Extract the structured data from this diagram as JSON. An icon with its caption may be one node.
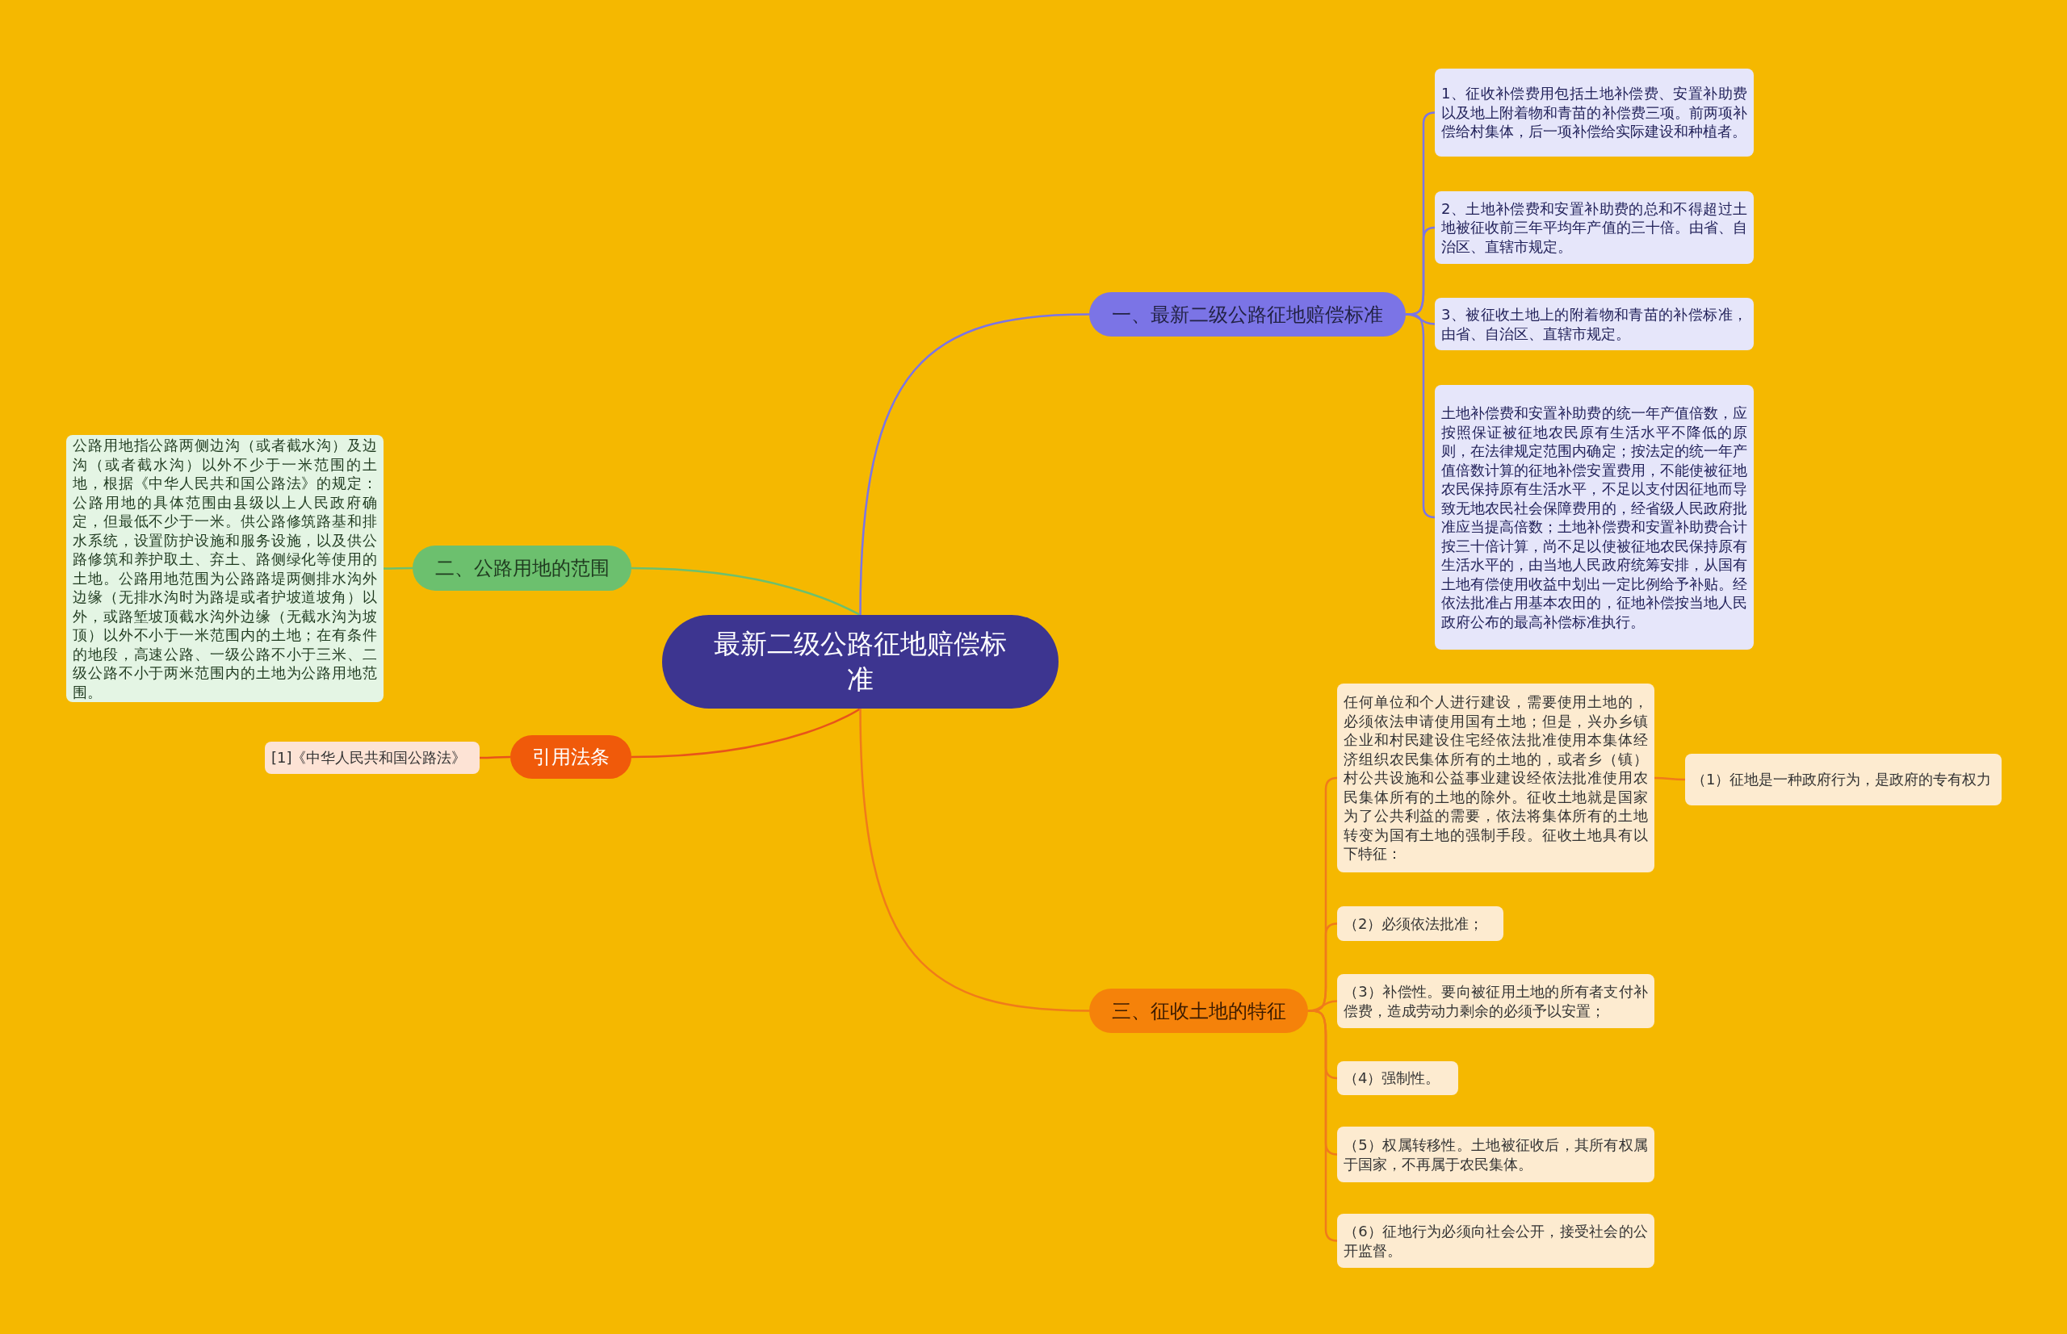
{
  "diagram": {
    "nodes": [
      {
        "text": [
          "最新二级公路征地赔偿标准"
        ]
      },
      {
        "text": [
          "一、最新二级公路征地赔偿标准"
        ]
      },
      {
        "text": [
          "1、征收补偿费用包括土地补偿费、安置补助费以及地上附着物和青苗的补偿费三项。前两项补偿给村集体，后一项补偿给实际建设和种植者。"
        ]
      },
      {
        "text": [
          "2、土地补偿费和安置补助费的总和不得超过土地被征收前三年平均年产值的三十倍。由省、自治区、直辖市规定。"
        ]
      },
      {
        "text": [
          "3、被征收土地上的附着物和青苗的补偿标准，由省、自治区、直辖市规定。"
        ]
      },
      {
        "text": [
          "土地补偿费和安置补助费的统一年产值倍数，应按照保证被征地农民原有生活水平不降低的原则，在法律规定范围内确定；按法定的统一年产值倍数计算的征地补偿安置费用，不能使被征地农民保持原有生活水平，不足以支付因征地而导致无地农民社会保障费用的，经省级人民政府批准应当提高倍数；土地补偿费和安置补助费合计按三十倍计算，尚不足以使被征地农民保持原有生活水平的，由当地人民政府统筹安排，从国有土地有偿使用收益中划出一定比例给予补贴。经依法批准占用基本农田的，征地补偿按当地人民政府公布的最高补偿标准执行。"
        ]
      },
      {
        "text": [
          "二、公路用地的范围"
        ]
      },
      {
        "text": [
          "公路用地指公路两侧边沟（或者截水沟）及边沟（或者截水沟）以外不少于一米范围的土地，根据《中华人民共和国公路法》的规定：公路用地的具体范围由县级以上人民政府确定，但最低不少于一米。供公路修筑路基和排水系统，设置防护设施和服务设施，以及供公路修筑和养护取土、弃土、路侧绿化等使用的土地。公路用地范围为公路路堤两侧排水沟外边缘（无排水沟时为路堤或者护坡道坡角）以外，或路堑坡顶截水沟外边缘（无截水沟为坡顶）以外不小于一米范围内的土地；在有条件的地段，高速公路、一级公路不小于三米、二级公路不小于两米范围内的土地为公路用地范围。"
        ]
      },
      {
        "text": [
          "引用法条"
        ]
      },
      {
        "text": [
          "[1]《中华人民共和国公路法》"
        ]
      },
      {
        "text": [
          "三、征收土地的特征"
        ]
      },
      {
        "text": [
          "任何单位和个人进行建设，需要使用土地的，必须依法申请使用国有土地；但是，兴办乡镇企业和村民建设住宅经依法批准使用本集体经济组织农民集体所有的土地的，或者乡（镇）村公共设施和公益事业建设经依法批准使用农民集体所有的土地的除外。征收土地就是国家为了公共利益的需要，依法将集体所有的土地转变为国有土地的强制手段。征收土地具有以下特征："
        ]
      },
      {
        "text": [
          "（1）征地是一种政府行为，是政府的专有权力"
        ]
      },
      {
        "text": [
          "（2）必须依法批准；"
        ]
      },
      {
        "text": [
          "（3）补偿性。要向被征用土地的所有者支付补偿费，造成劳动力剩余的必须予以安置；"
        ]
      },
      {
        "text": [
          "（4）强制性。"
        ]
      },
      {
        "text": [
          "（5）权属转移性。土地被征收后，其所有权属于国家，不再属于农民集体。"
        ]
      },
      {
        "text": [
          "（6）征地行为必须向社会公开，接受社会的公开监督。"
        ]
      }
    ],
    "edges": [
      {
        "from": 0,
        "to": 1,
        "arrow": "none",
        "color": "#7b74e6"
      },
      {
        "from": 1,
        "to": 2,
        "arrow": "none",
        "color": "#7b74e6"
      },
      {
        "from": 1,
        "to": 3,
        "arrow": "none",
        "color": "#7b74e6"
      },
      {
        "from": 1,
        "to": 4,
        "arrow": "none",
        "color": "#7b74e6"
      },
      {
        "from": 1,
        "to": 5,
        "arrow": "none",
        "color": "#7b74e6"
      },
      {
        "from": 0,
        "to": 6,
        "arrow": "none",
        "color": "#6cc06e"
      },
      {
        "from": 6,
        "to": 7,
        "arrow": "none",
        "color": "#6cc06e"
      },
      {
        "from": 0,
        "to": 8,
        "arrow": "none",
        "color": "#e8541a"
      },
      {
        "from": 8,
        "to": 9,
        "arrow": "none",
        "color": "#e8541a"
      },
      {
        "from": 0,
        "to": 10,
        "arrow": "none"
      },
      {
        "from": 10,
        "to": 11,
        "arrow": "none"
      },
      {
        "from": 11,
        "to": 12,
        "arrow": "none"
      },
      {
        "from": 10,
        "to": 13,
        "arrow": "none"
      },
      {
        "from": 10,
        "to": 14,
        "arrow": "none"
      },
      {
        "from": 10,
        "to": 15,
        "arrow": "none"
      },
      {
        "from": 10,
        "to": 16,
        "arrow": "none"
      },
      {
        "from": 10,
        "to": 17,
        "arrow": "none"
      }
    ]
  }
}
